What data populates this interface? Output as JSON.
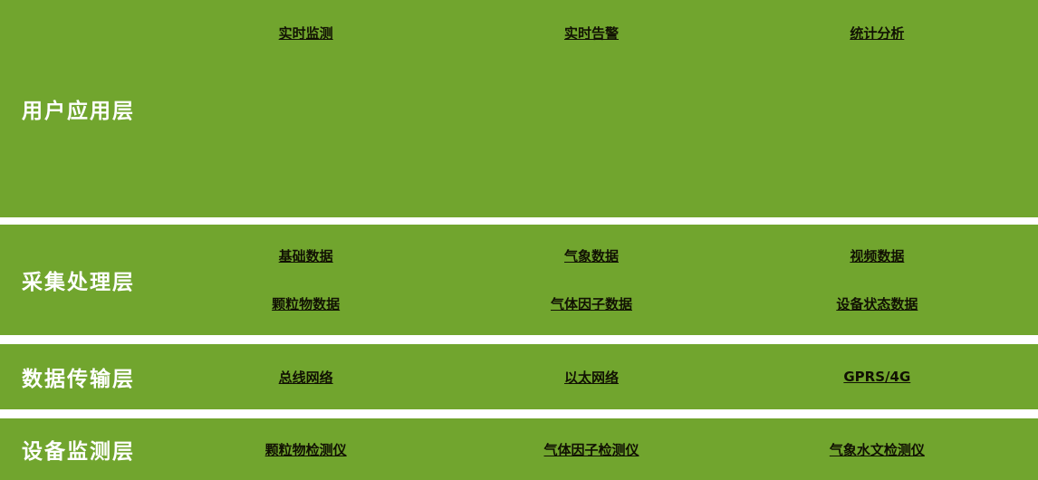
{
  "colors": {
    "band_green": "#71a52e",
    "label_text": "#ffffff",
    "item_text": "#111103"
  },
  "layers": [
    {
      "label": "用户应用层",
      "rows": [
        [
          "实时监测",
          "实时告警",
          "统计分析"
        ]
      ]
    },
    {
      "label": "采集处理层",
      "rows": [
        [
          "基础数据",
          "气象数据",
          "视频数据"
        ],
        [
          "颗粒物数据",
          "气体因子数据",
          "设备状态数据"
        ]
      ]
    },
    {
      "label": "数据传输层",
      "rows": [
        [
          "总线网络",
          "以太网络",
          "GPRS/4G"
        ]
      ]
    },
    {
      "label": "设备监测层",
      "rows": [
        [
          "颗粒物检测仪",
          "气体因子检测仪",
          "气象水文检测仪"
        ]
      ]
    }
  ]
}
